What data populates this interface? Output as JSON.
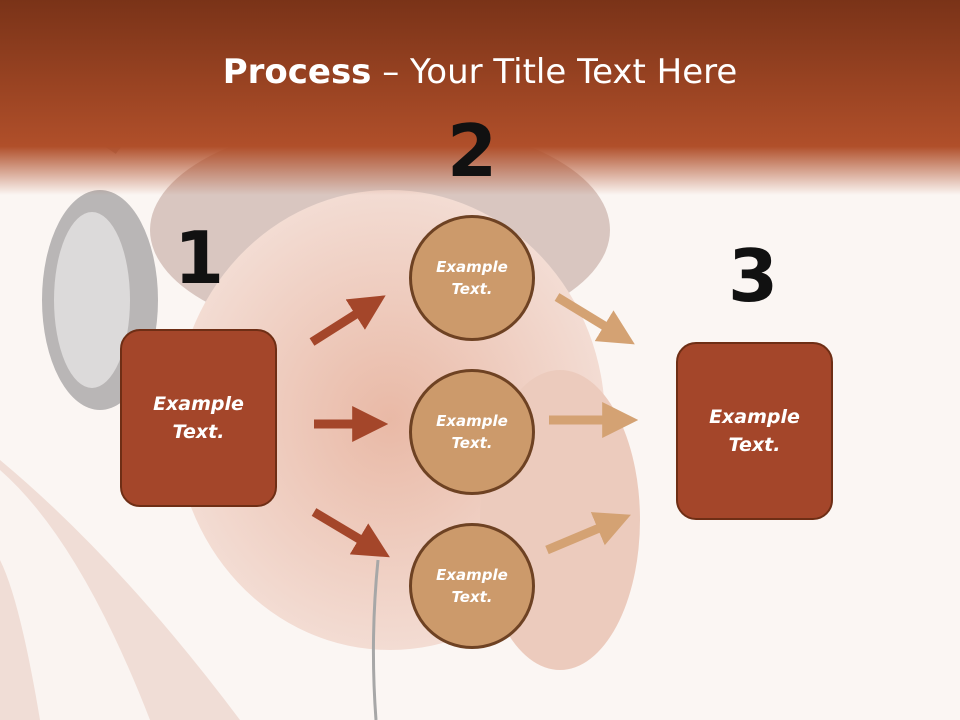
{
  "slide": {
    "title_strong": "Process",
    "title_rest": " – Your Title Text Here",
    "colors": {
      "header_top": "#7a3318",
      "header_bottom": "#b04f2a",
      "box_fill": "#a4462a",
      "circle_fill": "#cc9a6b",
      "arrow_dark": "#a4462a",
      "arrow_light": "#d4a273"
    }
  },
  "steps": {
    "one": {
      "number": "1",
      "text": "Example\nText."
    },
    "two": {
      "number": "2",
      "items": [
        {
          "text": "Example\nText."
        },
        {
          "text": "Example\nText."
        },
        {
          "text": "Example\nText."
        }
      ]
    },
    "three": {
      "number": "3",
      "text": "Example\nText."
    }
  }
}
